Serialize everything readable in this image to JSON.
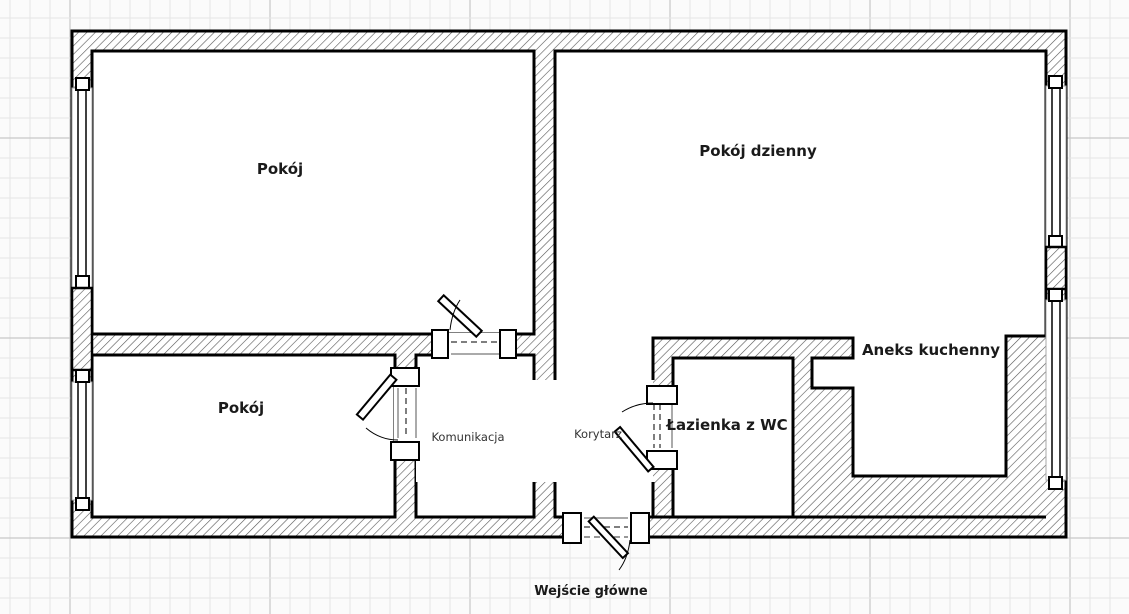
{
  "plan": {
    "title": "Floor plan",
    "colors": {
      "background": "#fbfbfb",
      "grid_minor": "#e6e6e6",
      "grid_major": "#c8c8c8",
      "wall_stroke": "#000000",
      "hatch": "#555555",
      "room_fill": "#ffffff"
    },
    "rooms": [
      {
        "id": "room-1",
        "label": "Pokój"
      },
      {
        "id": "room-2",
        "label": "Pokój"
      },
      {
        "id": "living-room",
        "label": "Pokój dzienny"
      },
      {
        "id": "kitchenette",
        "label": "Aneks kuchenny"
      },
      {
        "id": "bathroom",
        "label": "Łazienka z WC"
      }
    ],
    "areas": [
      {
        "id": "communication",
        "label": "Komunikacja"
      },
      {
        "id": "corridor",
        "label": "Korytarz"
      }
    ],
    "entrance": {
      "label": "Wejście główne"
    }
  }
}
